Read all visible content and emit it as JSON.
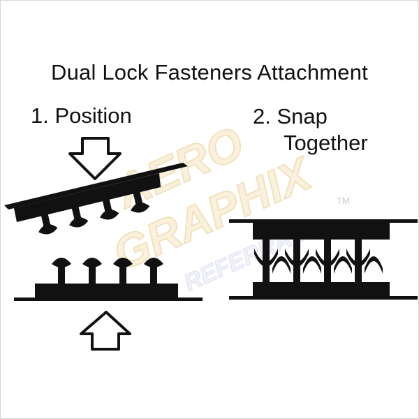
{
  "title": "Dual Lock Fasteners Attachment",
  "step1": "1. Position",
  "step2_line1": "2. Snap",
  "step2_line2": "Together",
  "watermark": {
    "line1": "AERO",
    "line2": "GRAPHIX",
    "tagline": "REFERRAL",
    "trademark": "TM"
  },
  "colors": {
    "ink": "#111111",
    "watermark_fill": "#f6e6c2",
    "watermark_outline": "#e9c98a",
    "watermark_blue": "#dde0f2"
  }
}
